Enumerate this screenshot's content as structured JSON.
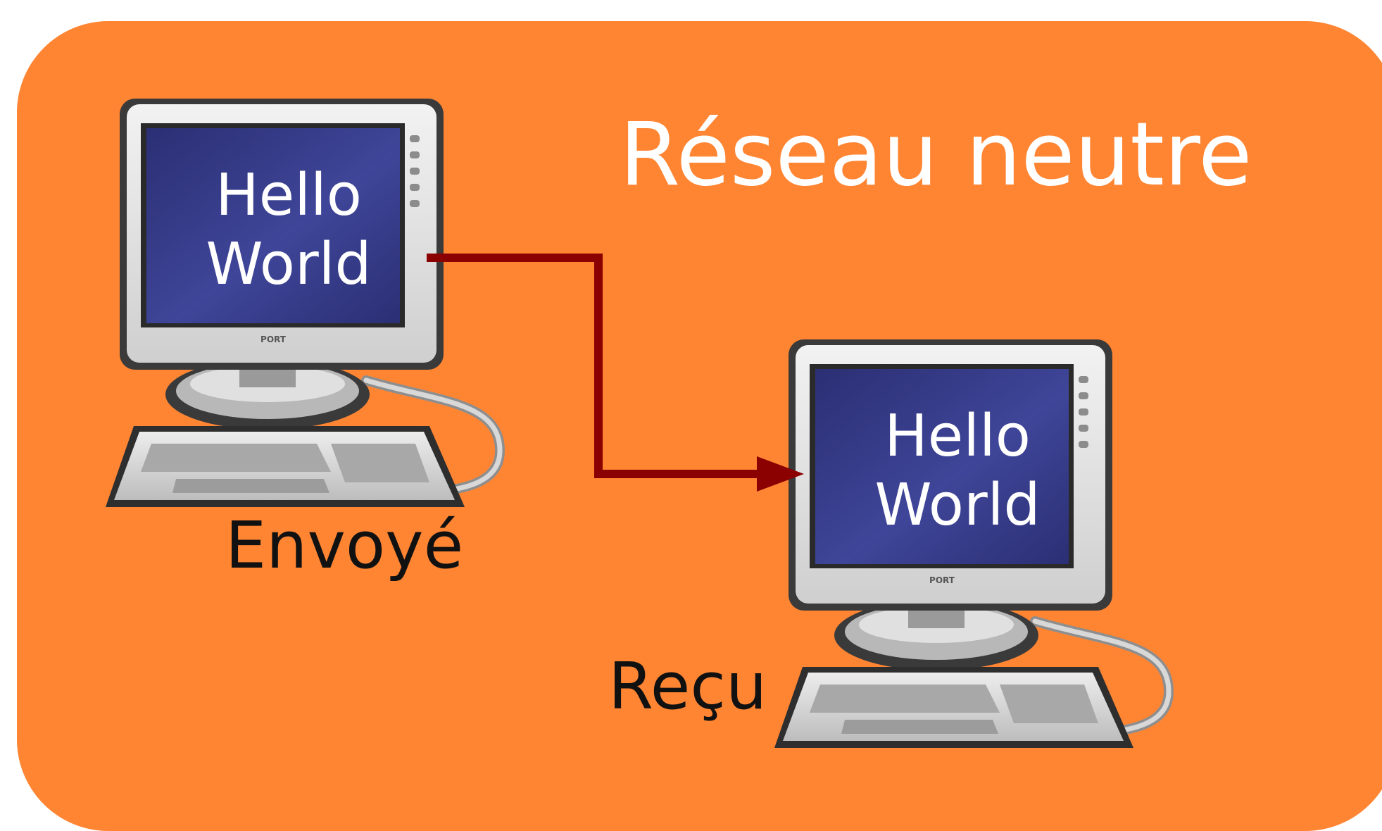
{
  "title": "Réseau neutre",
  "sender": {
    "screen_line_1": "Hello",
    "screen_line_2": "World",
    "caption": "Envoyé",
    "brand": "PORT"
  },
  "receiver": {
    "screen_line_1": "Hello",
    "screen_line_2": "World",
    "caption": "Reçu",
    "brand": "PORT"
  },
  "colors": {
    "background": "#FF8533",
    "screen": "#3B3F8F",
    "arrow": "#8B0000",
    "text_light": "#FFFFFF",
    "text_dark": "#111111"
  },
  "icons": [
    "computer-icon",
    "computer-icon",
    "arrow-icon"
  ]
}
